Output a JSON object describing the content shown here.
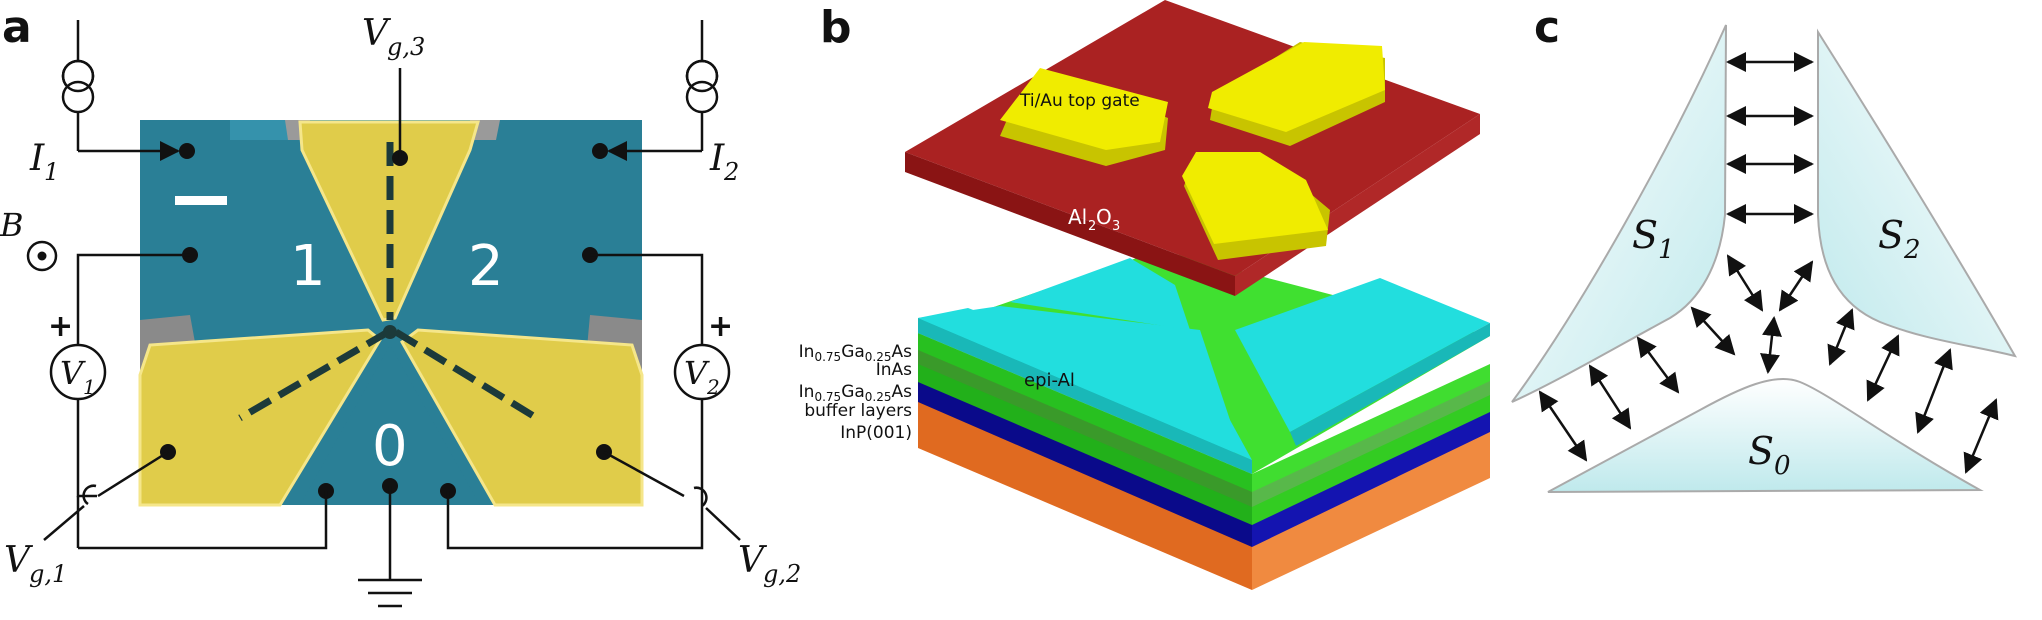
{
  "panels": {
    "a": "a",
    "b": "b",
    "c": "c"
  },
  "panel_a": {
    "gate3_label": "V",
    "gate3_sub": "g,3",
    "gate1_label": "V",
    "gate1_sub": "g,1",
    "gate2_label": "V",
    "gate2_sub": "g,2",
    "current1_label": "I",
    "current1_sub": "1",
    "current2_label": "I",
    "current2_sub": "2",
    "field_label": "B",
    "volt1_label": "V",
    "volt1_sub": "1",
    "volt2_label": "V",
    "volt2_sub": "2",
    "plus": "+",
    "terminal1": "1",
    "terminal2": "2",
    "terminal0": "0",
    "colors": {
      "substrate": "#2a7f96",
      "gate": "#e0cc4a",
      "contact": "#8a8a8a"
    }
  },
  "panel_b": {
    "top_gate_label": "Ti/Au top gate",
    "oxide_label_main": "Al",
    "oxide_sub1": "2",
    "oxide_mid": "O",
    "oxide_sub2": "3",
    "epi_label": "epi-Al",
    "layers": [
      {
        "main": "In",
        "sub1": "0.75",
        "mid": "Ga",
        "sub2": "0.25",
        "end": "As"
      },
      {
        "main": "InAs"
      },
      {
        "main": "In",
        "sub1": "0.75",
        "mid": "Ga",
        "sub2": "0.25",
        "end": "As"
      },
      {
        "main": "buffer layers"
      },
      {
        "main": "InP(001)"
      }
    ],
    "colors": {
      "oxide": "#aa2222",
      "gate": "#f0ec00",
      "epi": "#22dede",
      "ingaas": "#33dd22",
      "buffer": "#0a0a9a",
      "inp": "#f07830"
    }
  },
  "panel_c": {
    "s1_label": "S",
    "s1_sub": "1",
    "s2_label": "S",
    "s2_sub": "2",
    "s0_label": "S",
    "s0_sub": "0"
  }
}
